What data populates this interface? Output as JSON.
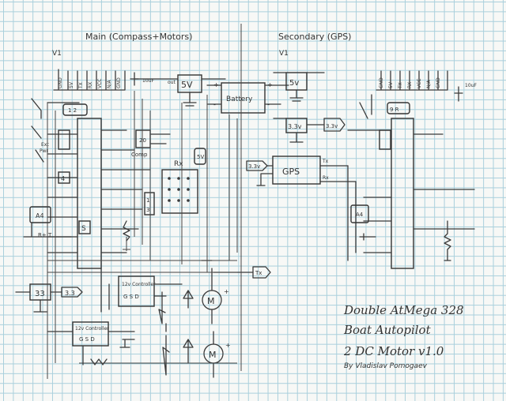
{
  "titles": {
    "main": "Main (Compass+Motors)",
    "secondary": "Secondary (GPS)",
    "v1_left": "V1",
    "v1_right": "V1"
  },
  "components": {
    "battery": "Battery",
    "reg_left": "5V",
    "reg_right": "5v",
    "reg_3v3": "3.3v",
    "reg_3v3_out": "3.3v",
    "gps": "GPS",
    "gps_in": "3.3v",
    "gps_tx": "Tx",
    "gps_rx": "Rx",
    "rx_label": "Rx",
    "comp_label": "Comp",
    "motor": "M",
    "reg_33": "33",
    "reg_33_tag": "3.3",
    "tx_tag": "Tx"
  },
  "header_pins_left": [
    "GND",
    "5V",
    "TX",
    "RX",
    "VCC",
    "N/A",
    "GND"
  ],
  "header_pins_right": [
    "GND",
    "5V",
    "TX",
    "RX",
    "VCC",
    "N/A",
    "GND"
  ],
  "signature": {
    "line1": "Double AtMega 328",
    "line2": "Boat Autopilot",
    "line3": "2 DC Motor v1.0",
    "line4": "By Vladislav Pomogaev"
  }
}
